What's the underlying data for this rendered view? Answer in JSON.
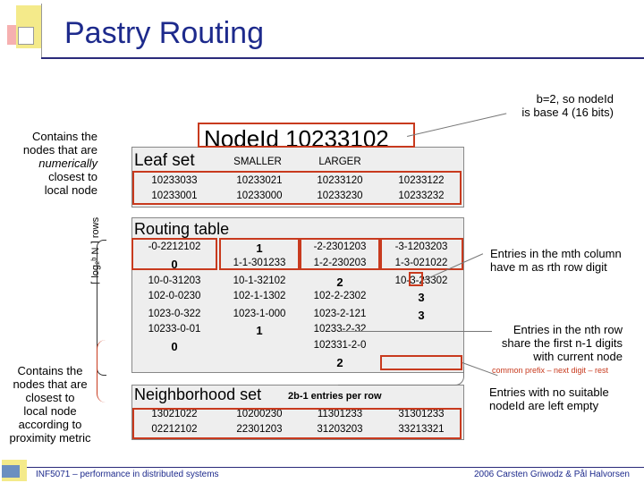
{
  "header": {
    "title": "Pastry Routing"
  },
  "notes": {
    "b_line1": "b=2, so nodeId",
    "b_line2": "is base 4 (16 bits)",
    "leaf_desc": [
      "Contains the",
      "nodes that are",
      "numerically",
      "closest to",
      "local node"
    ],
    "neighborhood_desc": [
      "Contains the",
      "nodes that are",
      "closest to",
      "local node",
      "according to",
      "proximity metric"
    ],
    "rows_label": "⌈ log₂ᵇ N ⌉ rows",
    "mth_col": [
      "Entries in the mth column",
      "have m as rth row digit"
    ],
    "nth_row": [
      "Entries in the nth row",
      "share the first n-1 digits",
      "with current node"
    ],
    "prefix_rest": "common prefix – next digit – rest",
    "no_suitable": [
      "Entries with no suitable",
      "nodeId are left empty"
    ]
  },
  "node_id": "NodeId 10233102",
  "leaf_set": {
    "title": "Leaf set",
    "smaller": "SMALLER",
    "larger": "LARGER",
    "rows": [
      [
        "10233033",
        "10233021",
        "10233120",
        "10233122"
      ],
      [
        "10233001",
        "10233000",
        "10233230",
        "10233232"
      ]
    ]
  },
  "routing_table": {
    "title": "Routing table",
    "rows": [
      [
        "-0-2212102",
        "1",
        "-2-2301203",
        "-3-1203203"
      ],
      [
        "0",
        "1-1-301233",
        "1-2-230203",
        "1-3-021022"
      ],
      [
        "10-0-31203",
        "10-1-32102",
        "2",
        "10-3-23302"
      ],
      [
        "102-0-0230",
        "102-1-1302",
        "102-2-2302",
        "3"
      ],
      [
        "1023-0-322",
        "1023-1-000",
        "1023-2-121",
        "3"
      ],
      [
        "10233-0-01",
        "1",
        "10233-2-32",
        ""
      ],
      [
        "0",
        "",
        "102331-2-0",
        ""
      ],
      [
        "",
        "",
        "2",
        ""
      ]
    ]
  },
  "neighborhood_set": {
    "title": "Neighborhood set",
    "entries_note": "2b-1 entries per row",
    "rows": [
      [
        "13021022",
        "10200230",
        "11301233",
        "31301233"
      ],
      [
        "02212102",
        "22301203",
        "31203203",
        "33213321"
      ]
    ]
  },
  "footer": {
    "left": "INF5071 – performance in distributed systems",
    "right": "2006 Carsten Griwodz & Pål Halvorsen"
  },
  "colors": {
    "title": "#1d2a8c",
    "highlight": "#c83a1e",
    "panel": "#eeeeee"
  }
}
